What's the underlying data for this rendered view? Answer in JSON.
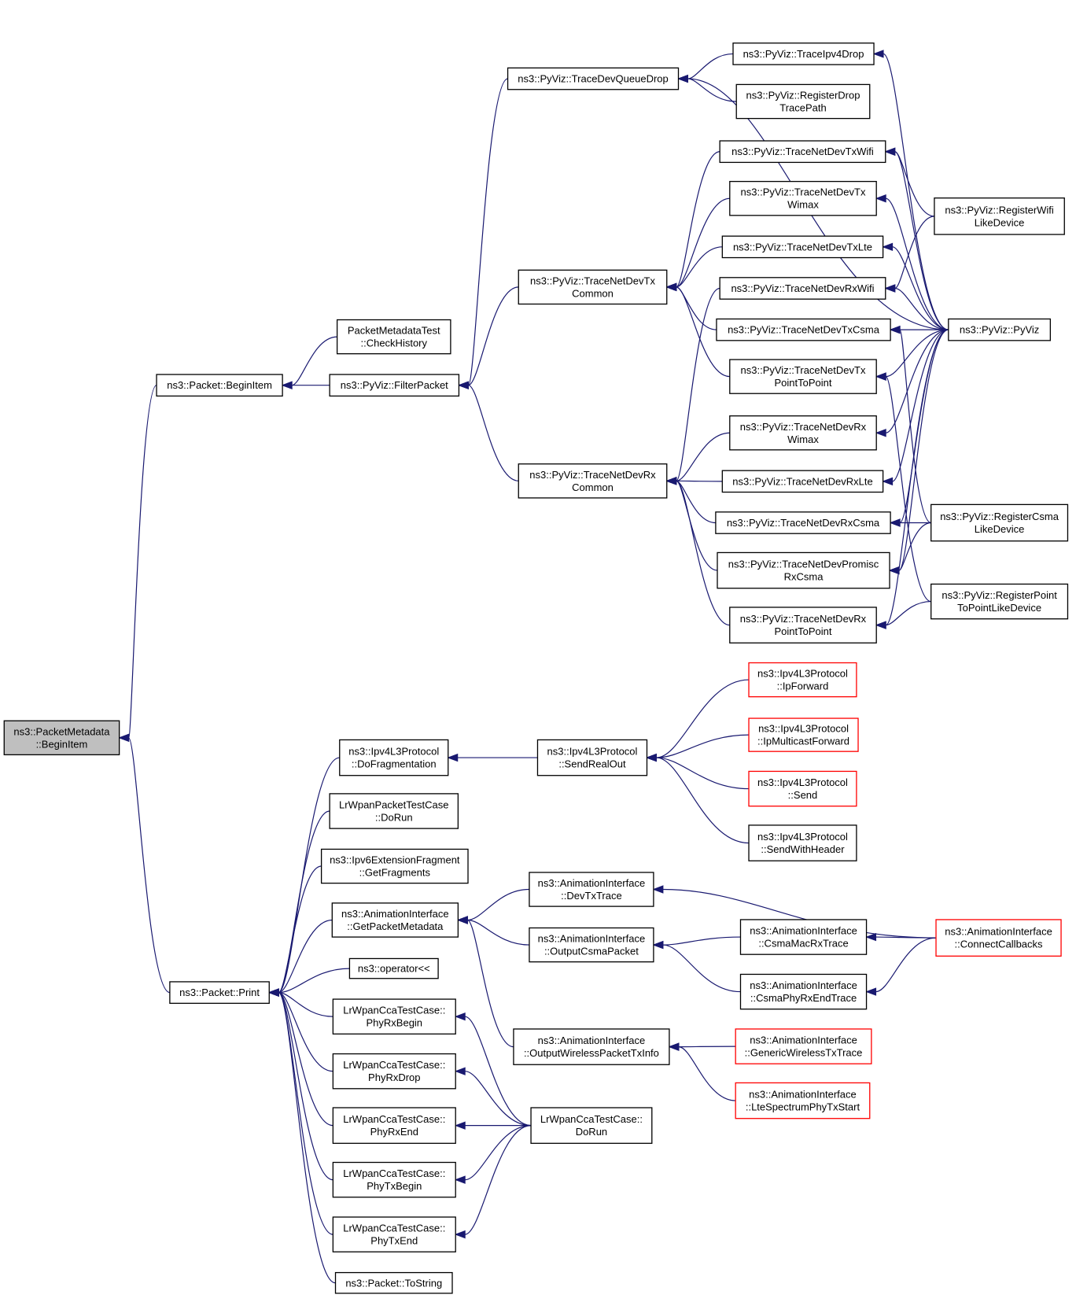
{
  "colors": {
    "edge": "#191970",
    "node_border": "#000000",
    "truncated_border": "#ff0000",
    "root_fill": "#bfbfbf"
  },
  "nodes": {
    "pm_beginitem": {
      "lines": [
        "ns3::PacketMetadata",
        "::BeginItem"
      ],
      "root": true
    },
    "pkt_beginitem": {
      "lines": [
        "ns3::Packet::BeginItem"
      ]
    },
    "pkt_print": {
      "lines": [
        "ns3::Packet::Print"
      ]
    },
    "pmt_checkhistory": {
      "lines": [
        "PacketMetadataTest",
        "::CheckHistory"
      ]
    },
    "pyviz_filterpacket": {
      "lines": [
        "ns3::PyViz::FilterPacket"
      ]
    },
    "tracedevqueuedrop": {
      "lines": [
        "ns3::PyViz::TraceDevQueueDrop"
      ]
    },
    "traceipv4drop": {
      "lines": [
        "ns3::PyViz::TraceIpv4Drop"
      ]
    },
    "registerdroptracepath": {
      "lines": [
        "ns3::PyViz::RegisterDrop",
        "TracePath"
      ]
    },
    "tx_wifi": {
      "lines": [
        "ns3::PyViz::TraceNetDevTxWifi"
      ]
    },
    "tx_wimax": {
      "lines": [
        "ns3::PyViz::TraceNetDevTx",
        "Wimax"
      ]
    },
    "tx_lte": {
      "lines": [
        "ns3::PyViz::TraceNetDevTxLte"
      ]
    },
    "tx_common": {
      "lines": [
        "ns3::PyViz::TraceNetDevTx",
        "Common"
      ]
    },
    "rx_wifi": {
      "lines": [
        "ns3::PyViz::TraceNetDevRxWifi"
      ]
    },
    "tx_csma": {
      "lines": [
        "ns3::PyViz::TraceNetDevTxCsma"
      ]
    },
    "tx_p2p": {
      "lines": [
        "ns3::PyViz::TraceNetDevTx",
        "PointToPoint"
      ]
    },
    "register_wifi": {
      "lines": [
        "ns3::PyViz::RegisterWifi",
        "LikeDevice"
      ]
    },
    "pyviz": {
      "lines": [
        "ns3::PyViz::PyViz"
      ]
    },
    "rx_wimax": {
      "lines": [
        "ns3::PyViz::TraceNetDevRx",
        "Wimax"
      ]
    },
    "rx_common": {
      "lines": [
        "ns3::PyViz::TraceNetDevRx",
        "Common"
      ]
    },
    "rx_lte": {
      "lines": [
        "ns3::PyViz::TraceNetDevRxLte"
      ]
    },
    "rx_csma": {
      "lines": [
        "ns3::PyViz::TraceNetDevRxCsma"
      ]
    },
    "register_csma": {
      "lines": [
        "ns3::PyViz::RegisterCsma",
        "LikeDevice"
      ]
    },
    "promisc_rx_csma": {
      "lines": [
        "ns3::PyViz::TraceNetDevPromisc",
        "RxCsma"
      ]
    },
    "rx_p2p": {
      "lines": [
        "ns3::PyViz::TraceNetDevRx",
        "PointToPoint"
      ]
    },
    "register_p2p": {
      "lines": [
        "ns3::PyViz::RegisterPoint",
        "ToPointLikeDevice"
      ]
    },
    "ipv4_ipforward": {
      "lines": [
        "ns3::Ipv4L3Protocol",
        "::IpForward"
      ],
      "truncated": true
    },
    "ipv4_dofrag": {
      "lines": [
        "ns3::Ipv4L3Protocol",
        "::DoFragmentation"
      ]
    },
    "ipv4_sendrealout": {
      "lines": [
        "ns3::Ipv4L3Protocol",
        "::SendRealOut"
      ]
    },
    "ipv4_ipmcastfwd": {
      "lines": [
        "ns3::Ipv4L3Protocol",
        "::IpMulticastForward"
      ],
      "truncated": true
    },
    "ipv4_send": {
      "lines": [
        "ns3::Ipv4L3Protocol",
        "::Send"
      ],
      "truncated": true
    },
    "lrwpan_packet_dorun": {
      "lines": [
        "LrWpanPacketTestCase",
        "::DoRun"
      ]
    },
    "ipv4_sendwithheader": {
      "lines": [
        "ns3::Ipv4L3Protocol",
        "::SendWithHeader"
      ]
    },
    "ipv6_getfragments": {
      "lines": [
        "ns3::Ipv6ExtensionFragment",
        "::GetFragments"
      ]
    },
    "anim_devtxtrace": {
      "lines": [
        "ns3::AnimationInterface",
        "::DevTxTrace"
      ]
    },
    "anim_getpacketmetadata": {
      "lines": [
        "ns3::AnimationInterface",
        "::GetPacketMetadata"
      ]
    },
    "anim_outputcsmapacket": {
      "lines": [
        "ns3::AnimationInterface",
        "::OutputCsmaPacket"
      ]
    },
    "anim_csmamacrxtrace": {
      "lines": [
        "ns3::AnimationInterface",
        "::CsmaMacRxTrace"
      ]
    },
    "anim_connectcallbacks": {
      "lines": [
        "ns3::AnimationInterface",
        "::ConnectCallbacks"
      ],
      "truncated": true
    },
    "ns3_operator": {
      "lines": [
        "ns3::operator<<"
      ]
    },
    "anim_csmaphyrxendtrace": {
      "lines": [
        "ns3::AnimationInterface",
        "::CsmaPhyRxEndTrace"
      ]
    },
    "cca_phyrxbegin": {
      "lines": [
        "LrWpanCcaTestCase::",
        "PhyRxBegin"
      ]
    },
    "anim_outputwireless": {
      "lines": [
        "ns3::AnimationInterface",
        "::OutputWirelessPacketTxInfo"
      ]
    },
    "anim_genericwireless": {
      "lines": [
        "ns3::AnimationInterface",
        "::GenericWirelessTxTrace"
      ],
      "truncated": true
    },
    "cca_phyrxdrop": {
      "lines": [
        "LrWpanCcaTestCase::",
        "PhyRxDrop"
      ]
    },
    "anim_ltespectrum": {
      "lines": [
        "ns3::AnimationInterface",
        "::LteSpectrumPhyTxStart"
      ],
      "truncated": true
    },
    "cca_phyrxend": {
      "lines": [
        "LrWpanCcaTestCase::",
        "PhyRxEnd"
      ]
    },
    "cca_dorun": {
      "lines": [
        "LrWpanCcaTestCase::",
        "DoRun"
      ]
    },
    "cca_phytxbegin": {
      "lines": [
        "LrWpanCcaTestCase::",
        "PhyTxBegin"
      ]
    },
    "cca_phytxend": {
      "lines": [
        "LrWpanCcaTestCase::",
        "PhyTxEnd"
      ]
    },
    "pkt_tostring": {
      "lines": [
        "ns3::Packet::ToString"
      ]
    }
  },
  "edges": [
    [
      "pkt_beginitem",
      "pm_beginitem"
    ],
    [
      "pkt_print",
      "pm_beginitem"
    ],
    [
      "pmt_checkhistory",
      "pkt_beginitem"
    ],
    [
      "pyviz_filterpacket",
      "pkt_beginitem"
    ],
    [
      "tracedevqueuedrop",
      "pyviz_filterpacket"
    ],
    [
      "tx_common",
      "pyviz_filterpacket"
    ],
    [
      "rx_common",
      "pyviz_filterpacket"
    ],
    [
      "traceipv4drop",
      "tracedevqueuedrop"
    ],
    [
      "registerdroptracepath",
      "tracedevqueuedrop"
    ],
    [
      "pyviz",
      "tracedevqueuedrop"
    ],
    [
      "pyviz",
      "traceipv4drop"
    ],
    [
      "tx_wifi",
      "tx_common"
    ],
    [
      "tx_wimax",
      "tx_common"
    ],
    [
      "tx_lte",
      "tx_common"
    ],
    [
      "tx_csma",
      "tx_common"
    ],
    [
      "tx_p2p",
      "tx_common"
    ],
    [
      "register_wifi",
      "tx_wifi"
    ],
    [
      "pyviz",
      "tx_wifi"
    ],
    [
      "pyviz",
      "tx_wimax"
    ],
    [
      "pyviz",
      "tx_lte"
    ],
    [
      "register_wifi",
      "rx_wifi"
    ],
    [
      "pyviz",
      "rx_wifi"
    ],
    [
      "pyviz",
      "tx_csma"
    ],
    [
      "register_csma",
      "tx_csma"
    ],
    [
      "pyviz",
      "tx_p2p"
    ],
    [
      "register_p2p",
      "tx_p2p"
    ],
    [
      "rx_wifi",
      "rx_common"
    ],
    [
      "rx_wimax",
      "rx_common"
    ],
    [
      "rx_lte",
      "rx_common"
    ],
    [
      "rx_csma",
      "rx_common"
    ],
    [
      "promisc_rx_csma",
      "rx_common"
    ],
    [
      "rx_p2p",
      "rx_common"
    ],
    [
      "pyviz",
      "rx_wimax"
    ],
    [
      "pyviz",
      "rx_lte"
    ],
    [
      "pyviz",
      "rx_csma"
    ],
    [
      "register_csma",
      "rx_csma"
    ],
    [
      "pyviz",
      "promisc_rx_csma"
    ],
    [
      "register_csma",
      "promisc_rx_csma"
    ],
    [
      "pyviz",
      "rx_p2p"
    ],
    [
      "register_p2p",
      "rx_p2p"
    ],
    [
      "ipv4_dofrag",
      "pkt_print"
    ],
    [
      "lrwpan_packet_dorun",
      "pkt_print"
    ],
    [
      "ipv6_getfragments",
      "pkt_print"
    ],
    [
      "anim_getpacketmetadata",
      "pkt_print"
    ],
    [
      "ns3_operator",
      "pkt_print"
    ],
    [
      "cca_phyrxbegin",
      "pkt_print"
    ],
    [
      "cca_phyrxdrop",
      "pkt_print"
    ],
    [
      "cca_phyrxend",
      "pkt_print"
    ],
    [
      "cca_phytxbegin",
      "pkt_print"
    ],
    [
      "cca_phytxend",
      "pkt_print"
    ],
    [
      "pkt_tostring",
      "pkt_print"
    ],
    [
      "ipv4_sendrealout",
      "ipv4_dofrag"
    ],
    [
      "ipv4_ipforward",
      "ipv4_sendrealout"
    ],
    [
      "ipv4_ipmcastfwd",
      "ipv4_sendrealout"
    ],
    [
      "ipv4_send",
      "ipv4_sendrealout"
    ],
    [
      "ipv4_sendwithheader",
      "ipv4_sendrealout"
    ],
    [
      "anim_devtxtrace",
      "anim_getpacketmetadata"
    ],
    [
      "anim_outputcsmapacket",
      "anim_getpacketmetadata"
    ],
    [
      "anim_outputwireless",
      "anim_getpacketmetadata"
    ],
    [
      "anim_connectcallbacks",
      "anim_devtxtrace"
    ],
    [
      "anim_csmamacrxtrace",
      "anim_outputcsmapacket"
    ],
    [
      "anim_csmaphyrxendtrace",
      "anim_outputcsmapacket"
    ],
    [
      "anim_connectcallbacks",
      "anim_csmamacrxtrace"
    ],
    [
      "anim_connectcallbacks",
      "anim_csmaphyrxendtrace"
    ],
    [
      "anim_genericwireless",
      "anim_outputwireless"
    ],
    [
      "anim_ltespectrum",
      "anim_outputwireless"
    ],
    [
      "cca_dorun",
      "cca_phyrxbegin"
    ],
    [
      "cca_dorun",
      "cca_phyrxdrop"
    ],
    [
      "cca_dorun",
      "cca_phyrxend"
    ],
    [
      "cca_dorun",
      "cca_phytxbegin"
    ],
    [
      "cca_dorun",
      "cca_phytxend"
    ]
  ]
}
